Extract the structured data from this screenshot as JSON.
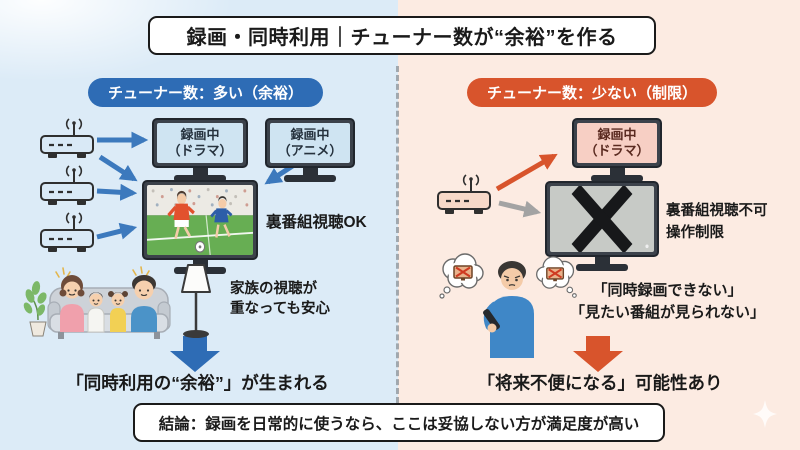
{
  "title": "録画・同時利用｜チューナー数が“余裕”を作る",
  "left": {
    "badge": "チューナー数：多い（余裕）",
    "background_color": "#dcebf7",
    "accent_color": "#2e6cb5",
    "tuner_count": 3,
    "recording_tv1_line1": "録画中",
    "recording_tv1_line2": "（ドラマ）",
    "recording_tv2_line1": "録画中",
    "recording_tv2_line2": "（アニメ）",
    "main_tv_note": "裏番組視聴OK",
    "family_note_line1": "家族の視聴が",
    "family_note_line2": "重なっても安心",
    "result": "「同時利用の“余裕”」が生まれる"
  },
  "right": {
    "badge": "チューナー数：少ない（制限）",
    "background_color": "#fcebe2",
    "accent_color": "#d8542c",
    "tuner_count": 1,
    "recording_tv_line1": "録画中",
    "recording_tv_line2": "（ドラマ）",
    "main_tv_note_line1": "裏番組視聴不可",
    "main_tv_note_line2": "操作制限",
    "complaint_line1": "「同時録画できない」",
    "complaint_line2": "「見たい番組が見られない」",
    "result": "「将来不便になる」可能性あり"
  },
  "conclusion": "結論：録画を日常的に使うなら、ここは妥協しない方が満足度が高い"
}
